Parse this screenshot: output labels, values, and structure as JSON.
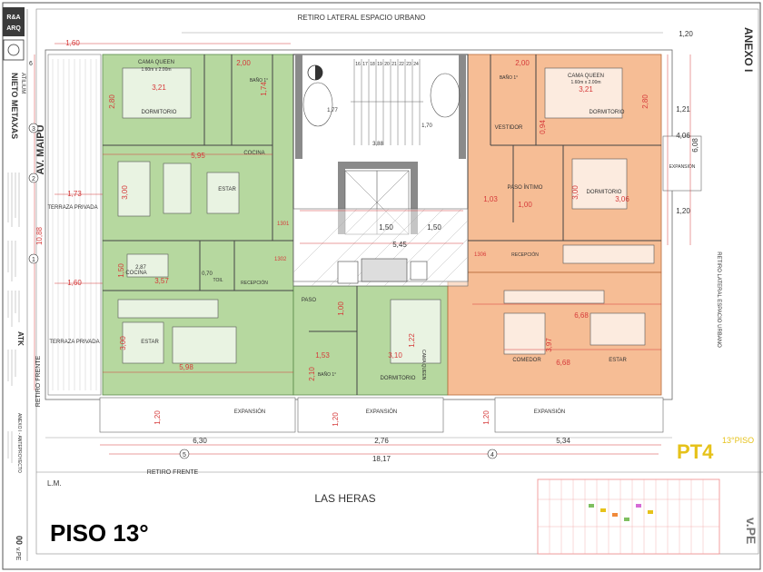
{
  "colors": {
    "green_zone": "#a9d18e",
    "orange_zone": "#f4b183",
    "dim_red": "#d63a3a",
    "yellow_label": "#e6c21a",
    "line": "#333333"
  },
  "logo": {
    "top": "R&A",
    "bottom": "ARQ"
  },
  "side_strip": {
    "firm": "NIETO METAXAS",
    "firm_sub": "ATILIUM",
    "developer": "ATK",
    "sheet": "ANEXO I - ANTEPROYECTO",
    "sheet_no": "00",
    "sheet_suffix": "v.PE"
  },
  "streets": {
    "top": "RETIRO LATERAL ESPACIO URBANO",
    "left": "AV. MAIPÚ",
    "left_setback": "RETIRO FRENTE",
    "bottom_setback": "RETIRO FRENTE",
    "bottom_street": "LAS HERAS",
    "right_setback": "RETIRO LATERAL ESPACIO URBANO",
    "lm": "L.M."
  },
  "titles": {
    "floor": "PISO 13°",
    "annex": "ANEXO I",
    "pt": "PT4",
    "pt_sub": "13°PISO",
    "vpe": "v.PE"
  },
  "rooms": {
    "dormitorio_nw": "DORMITORIO",
    "cama_queen_nw": "CAMA QUEEN",
    "cama_size_nw": "1.60m x 2.00m",
    "bano_nw": "BAÑO 1°",
    "cocina_nw": "COCINA",
    "estar_nw": "ESTAR",
    "terraza_privada_1": "TERRAZA PRIVADA",
    "terraza_privada_2": "TERRAZA PRIVADA",
    "cocina_sw": "COCINA",
    "recepcion_sw": "RECEPCIÓN",
    "toil": "TOIL",
    "estar_sw": "ESTAR",
    "paso_c": "PASO",
    "bano_c": "BAÑO 1°",
    "dormitorio_c": "DORMITORIO",
    "cama_queen_c": "CAMA QUEEN",
    "dormitorio_ne": "DORMITORIO",
    "cama_queen_ne": "CAMA QUEEN",
    "cama_size_ne": "1.60m x 2.00m",
    "vestidor": "VESTIDOR",
    "bano_ne": "BAÑO 1°",
    "paso_intimo": "PASO ÍNTIMO",
    "dormitorio_e": "DORMITORIO",
    "recepcion_e": "RECEPCIÓN",
    "comedor": "COMEDOR",
    "estar_se": "ESTAR",
    "expansion_1": "EXPANSIÓN",
    "expansion_2": "EXPANSIÓN",
    "expansion_3": "EXPANSIÓN",
    "expansion_e": "EXPANSIÓN"
  },
  "unit_tags": {
    "u1301": "1301",
    "u1302": "1302",
    "u1306": "1306"
  },
  "dims": {
    "d3_21a": "3,21",
    "d2_80a": "2,80",
    "d2_00a": "2,00",
    "d1_74": "1,74",
    "d5_95": "5,95",
    "d3_00a": "3,00",
    "d1_73": "1,73",
    "d10_88": "10,88",
    "d1_60a": "1,60",
    "d1_60b": "1,60",
    "d1_50a": "1,50",
    "d3_57": "3,57",
    "d2_87": "2,87",
    "d0_70": "0,70",
    "d3_00b": "3,00",
    "d5_98": "5,98",
    "d1_20a": "1,20",
    "d6_30": "6,30",
    "d1_53": "1,53",
    "d2_10": "2,10",
    "d1_00a": "1,00",
    "d3_10": "3,10",
    "d1_22": "1,22",
    "d1_20b": "1,20",
    "d2_76": "2,76",
    "d18_17": "18,17",
    "d1_20c": "1,20",
    "d5_34": "5,34",
    "d3_21b": "3,21",
    "d2_80b": "2,80",
    "d2_00b": "2,00",
    "d0_94": "0,94",
    "d1_03": "1,03",
    "d1_00b": "1,00",
    "d3_00c": "3,00",
    "d3_06": "3,06",
    "d6_68a": "6,68",
    "d6_68b": "6,68",
    "d3_97": "3,97",
    "d1_20d": "1,20",
    "d1_21": "1,21",
    "d4_06": "4,06",
    "d6_08": "6,08",
    "d1_20e": "1,20",
    "d1_50b": "1,50",
    "d1_50c": "1,50",
    "d5_45": "5,45",
    "d3_88": "3,88",
    "d1_77": "1,77",
    "d1_70": "1,70"
  },
  "stair_numbers": [
    "16",
    "17",
    "18",
    "19",
    "20",
    "21",
    "22",
    "23",
    "24"
  ],
  "grid_marks": {
    "m6": "6",
    "m3": "3",
    "m2": "2",
    "m1": "1",
    "m5": "5",
    "m4": "4"
  }
}
